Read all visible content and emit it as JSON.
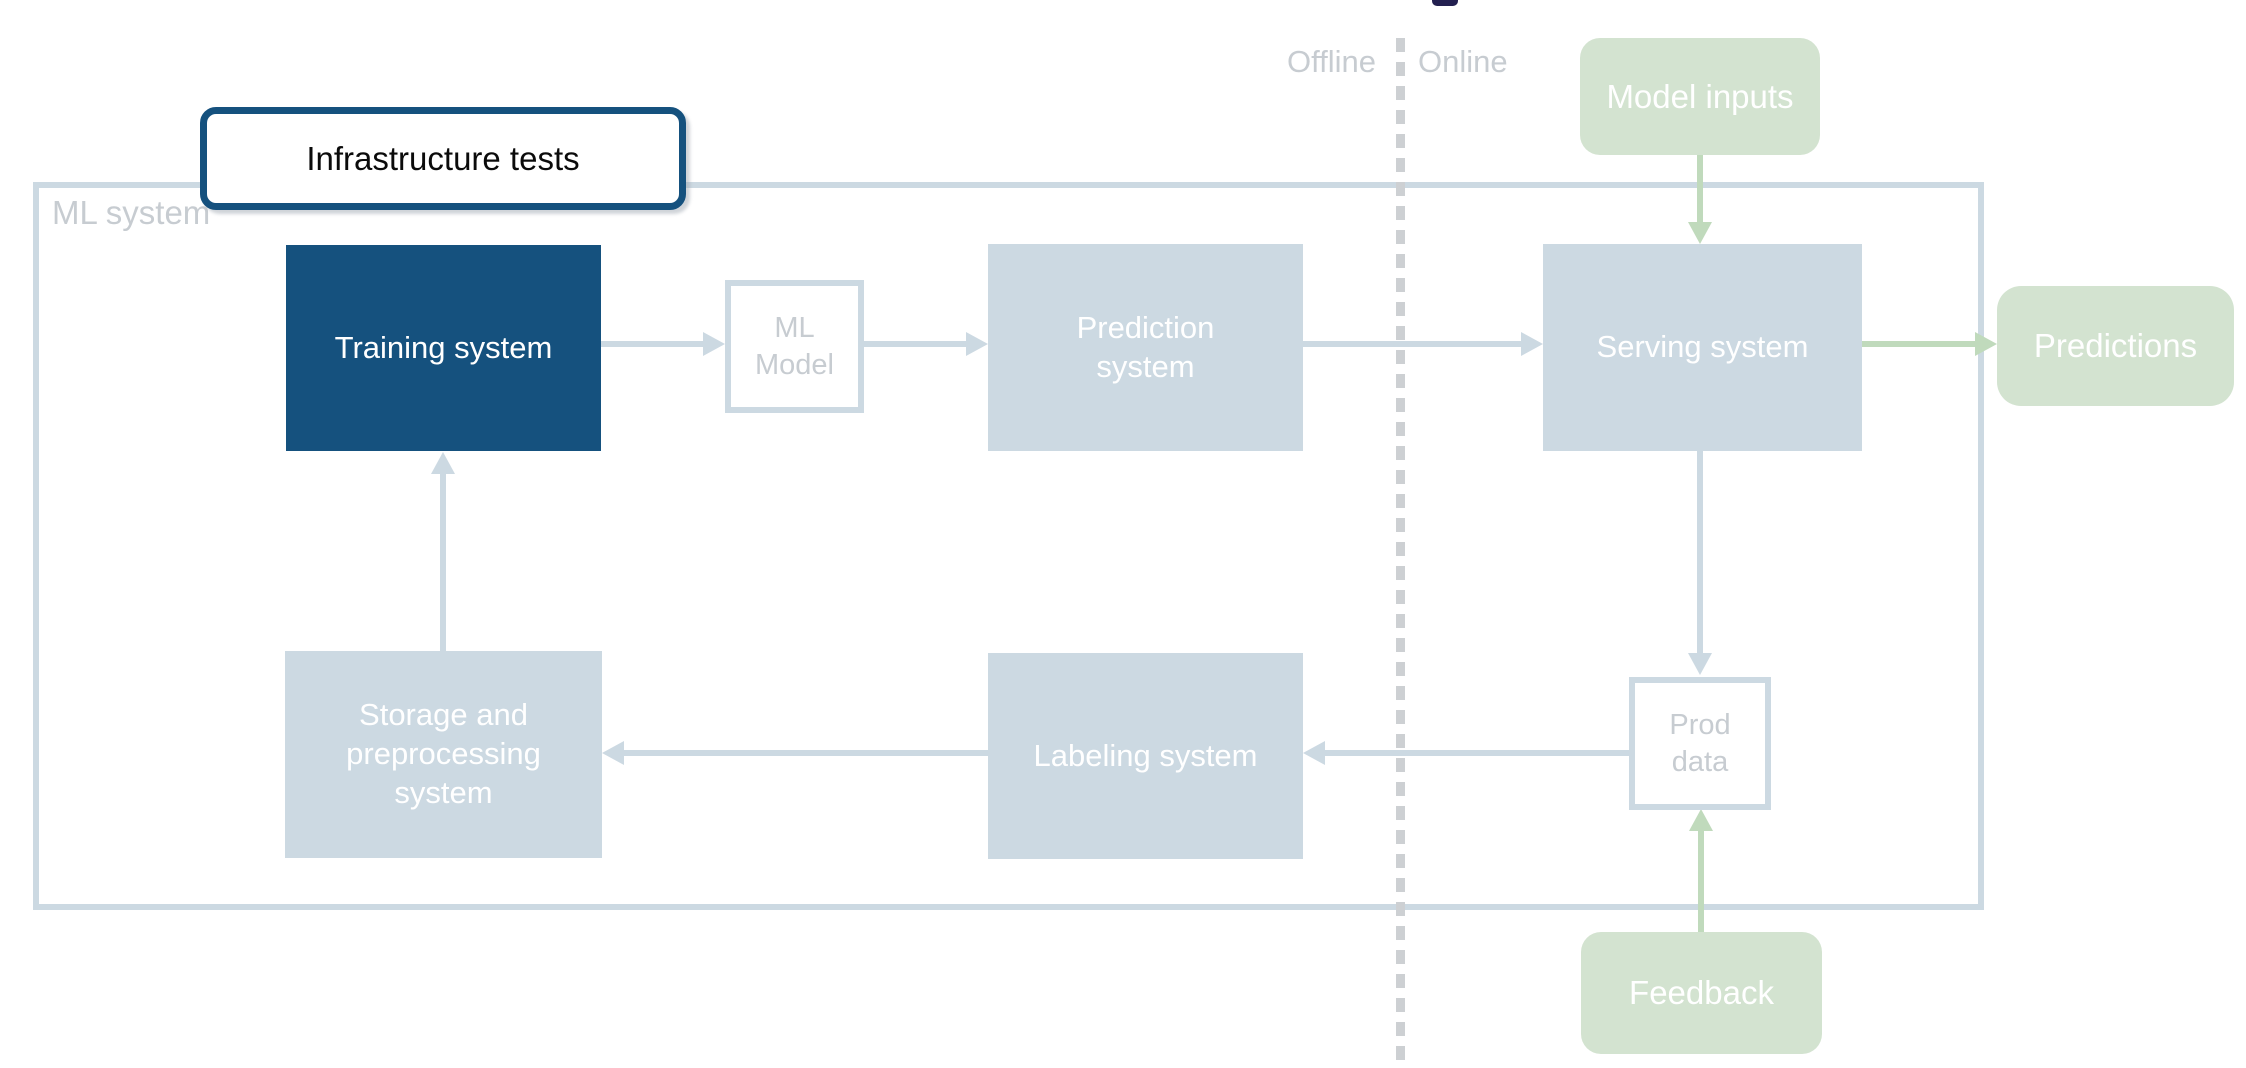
{
  "zones": {
    "offline": "Offline",
    "online": "Online"
  },
  "container": {
    "label": "ML system"
  },
  "callout": {
    "label": "Infrastructure tests"
  },
  "nodes": {
    "training_system": {
      "label": "Training system"
    },
    "ml_model": {
      "label": "ML\nModel"
    },
    "prediction_system": {
      "label": "Prediction\nsystem"
    },
    "serving_system": {
      "label": "Serving system"
    },
    "storage_preprocessing": {
      "label": "Storage and\npreprocessing\nsystem"
    },
    "labeling_system": {
      "label": "Labeling system"
    },
    "model_inputs": {
      "label": "Model inputs"
    },
    "predictions": {
      "label": "Predictions"
    },
    "prod_data": {
      "label": "Prod\ndata"
    },
    "feedback": {
      "label": "Feedback"
    }
  },
  "colors": {
    "highlight-blue": "#15517e",
    "muted-blue": "#ccd9e2",
    "muted-green-fill": "#d3e3d0",
    "muted-green-arrow": "#c0dabc",
    "muted-gray-text": "#c7ccd1",
    "dash-gray": "#cdd0d3",
    "navy-fragment": "#232050"
  }
}
